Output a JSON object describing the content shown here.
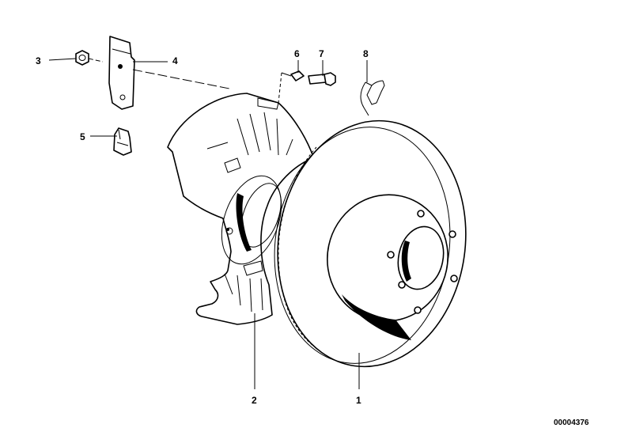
{
  "callouts": {
    "c1": "1",
    "c2": "2",
    "c3": "3",
    "c4": "4",
    "c5": "5",
    "c6": "6",
    "c7": "7",
    "c8": "8"
  },
  "document_number": "00004376"
}
